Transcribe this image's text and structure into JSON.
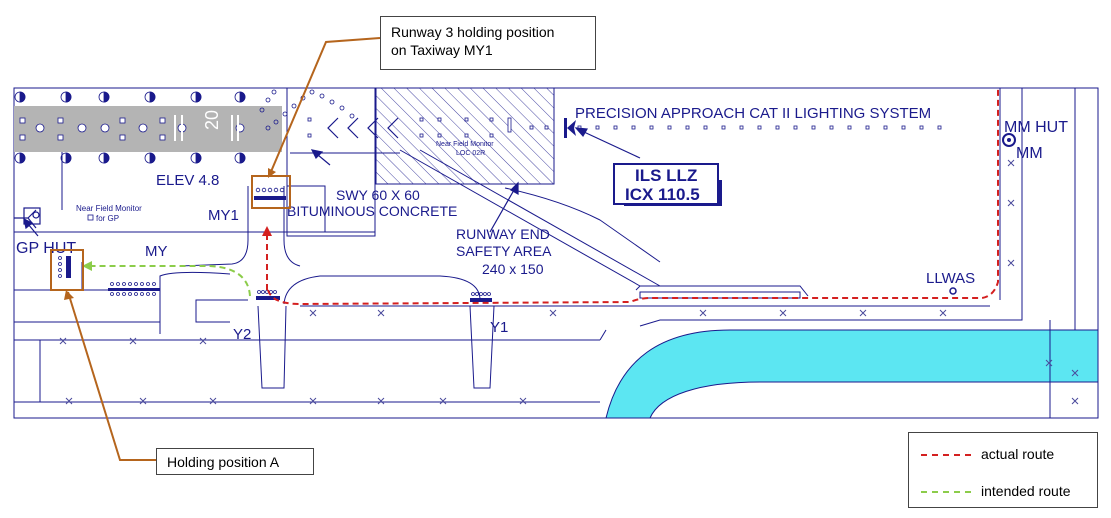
{
  "callouts": {
    "runway3_line1": "Runway 3 holding position",
    "runway3_line2": "on Taxiway MY1",
    "holding_a": "Holding position A"
  },
  "labels": {
    "elev": "ELEV 4.8",
    "my1": "MY1",
    "my": "MY",
    "gp_hut": "GP HUT",
    "nf_gp_line1": "Near Field Monitor",
    "nf_gp_line2": "for GP",
    "swy_line1": "SWY 60 X 60",
    "swy_line2": "BITUMINOUS CONCRETE",
    "nf_loc_line1": "Near Field Monitor",
    "nf_loc_line2": "LOC 02R",
    "resa_line1": "RUNWAY END",
    "resa_line2": "SAFETY AREA",
    "resa_line3": "240 x 150",
    "approach_lighting": "PRECISION APPROACH CAT II LIGHTING SYSTEM",
    "ils_line1": "ILS LLZ",
    "ils_line2": "ICX 110.5",
    "mm_hut": "MM HUT",
    "mm": "MM",
    "llwas": "LLWAS",
    "y1": "Y1",
    "y2": "Y2",
    "runway_number": "20"
  },
  "legend": [
    {
      "label": "actual route",
      "color": "#d42020"
    },
    {
      "label": "intended route",
      "color": "#8ccc4a"
    }
  ],
  "colors": {
    "map_line": "#1a1a8c",
    "water": "#5ce6f2",
    "runway": "#b4b4b4",
    "callout_line": "#b5651d",
    "actual_route": "#d42020",
    "intended_route": "#8ccc4a"
  }
}
